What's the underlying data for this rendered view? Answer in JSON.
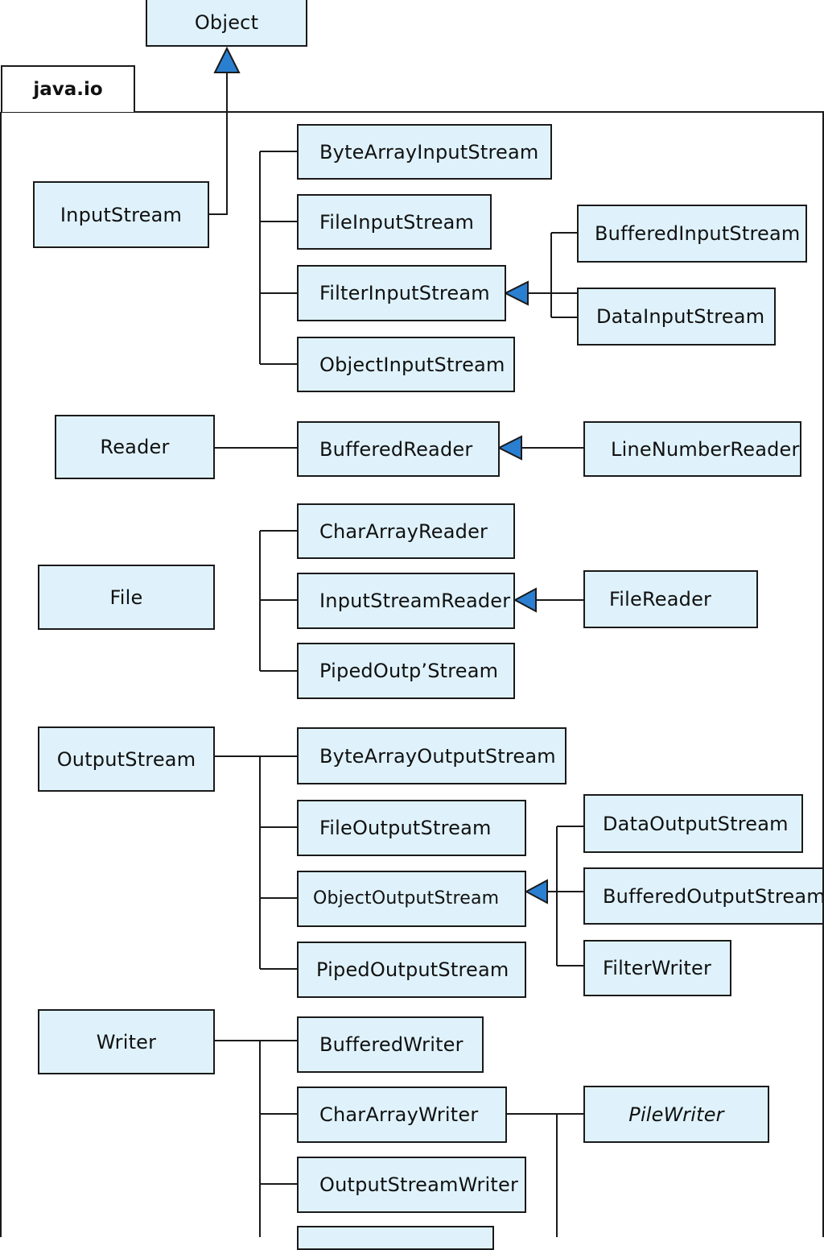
{
  "package": {
    "name": "java.io"
  },
  "classes": {
    "object": "Object",
    "input_stream": "InputStream",
    "byte_array_input_stream": "ByteArrayInputStream",
    "file_input_stream": "FileInputStream",
    "filter_input_stream": "FilterInputStream",
    "object_input_stream": "ObjectInputStream",
    "buffered_input_stream": "BufferedInputStream",
    "data_input_stream": "DataInputStream",
    "reader": "Reader",
    "buffered_reader": "BufferedReader",
    "line_number_reader": "LineNumberReader",
    "file": "File",
    "char_array_reader": "CharArrayReader",
    "input_stream_reader": "InputStreamReader",
    "piped_outp_stream": "PipedOutp’Stream",
    "file_reader": "FileReader",
    "output_stream": "OutputStream",
    "byte_array_output_stream": "ByteArrayOutputStream",
    "file_output_stream": "FileOutputStream",
    "object_output_stream": "ObjectOutputStream",
    "piped_output_stream": "PipedOutputStream",
    "data_output_stream": "DataOutputStream",
    "buffered_output_stream": "BufferedOutputStream",
    "filter_writer": "FilterWriter",
    "writer": "Writer",
    "buffered_writer": "BufferedWriter",
    "char_array_writer": "CharArrayWriter",
    "output_stream_writer": "OutputStreamWriter",
    "pile_writer": "PileWriter",
    "unlabeled_bottom": ""
  },
  "colors": {
    "box_fill": "#dff2fb",
    "box_border": "#1a1a1a",
    "line": "#1a1a1a",
    "arrowhead": "#2a7fd0"
  }
}
